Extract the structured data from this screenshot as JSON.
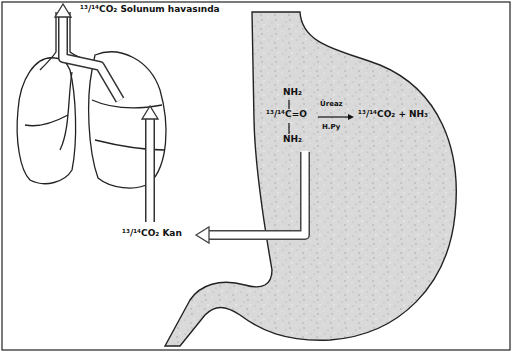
{
  "diagram": {
    "nodes": [
      {
        "text": [
          "NH₂",
          "¹³/¹⁴C=O",
          "Üreaz",
          "H.Py",
          "¹³/¹⁴CO₂ + NH₃",
          "NH₂"
        ]
      }
    ],
    "labels": [
      "¹³/¹⁴CO₂ Solunum havasında",
      "¹³/¹⁴CO₂ Kan"
    ]
  }
}
